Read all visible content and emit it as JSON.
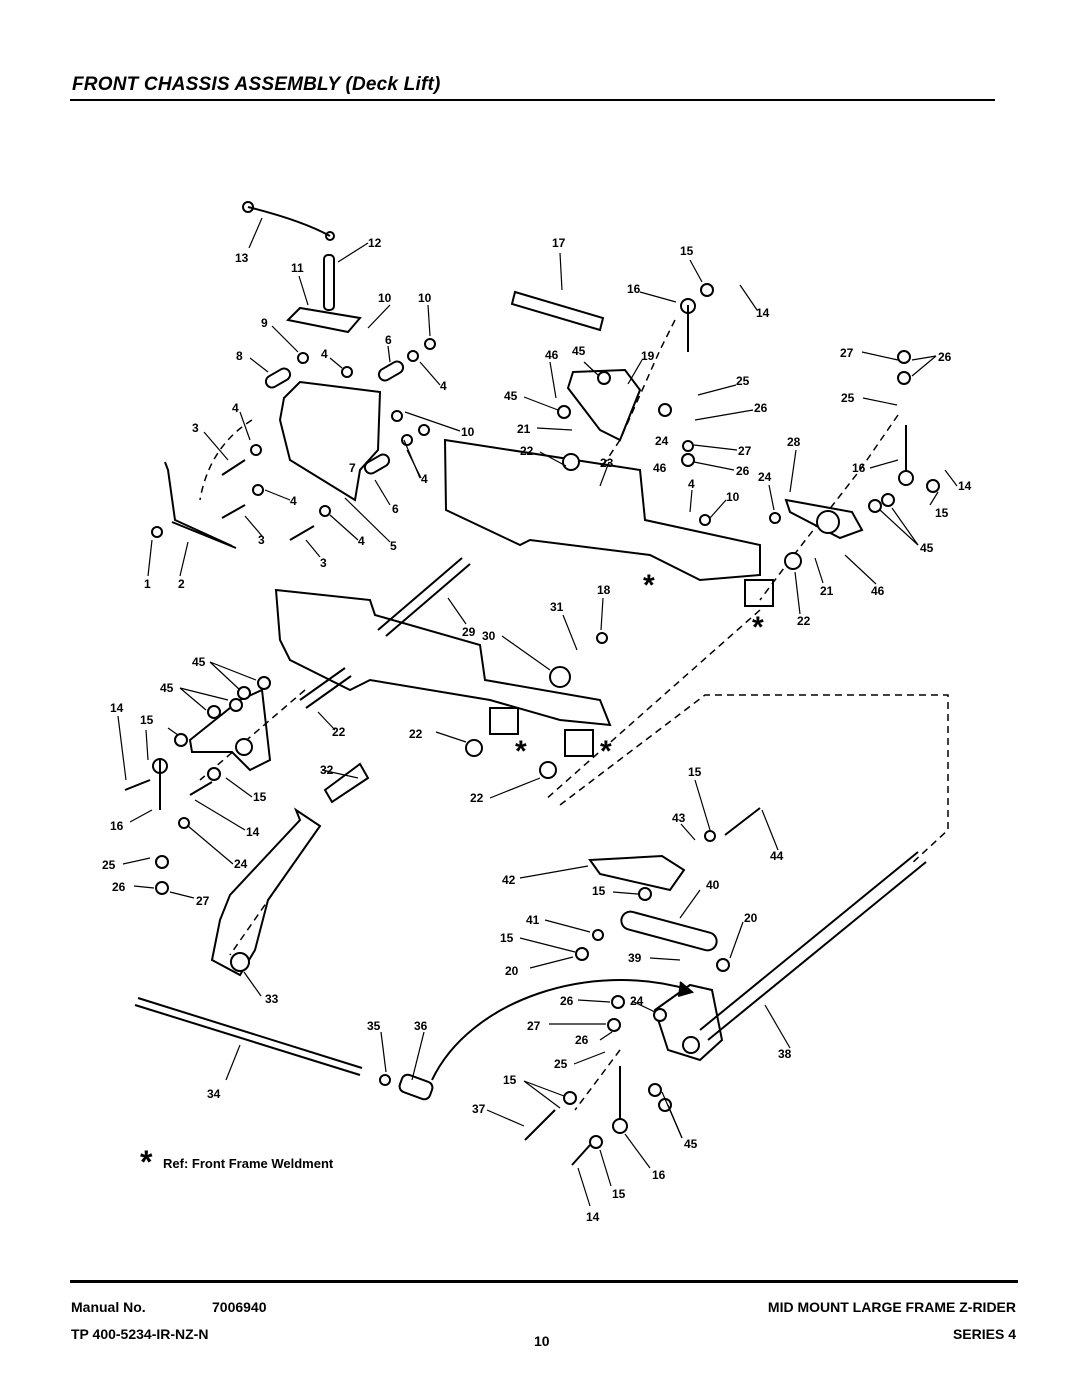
{
  "header": {
    "title": "FRONT CHASSIS ASSEMBLY (Deck Lift)"
  },
  "diagram": {
    "asterisk": "*",
    "note": "Ref: Front Frame Weldment",
    "callouts": [
      "13",
      "12",
      "11",
      "10",
      "10",
      "9",
      "8",
      "4",
      "6",
      "4",
      "4",
      "3",
      "4",
      "10",
      "7",
      "4",
      "6",
      "5",
      "3",
      "4",
      "1",
      "2",
      "3",
      "17",
      "15",
      "16",
      "14",
      "46",
      "45",
      "19",
      "25",
      "45",
      "26",
      "21",
      "24",
      "27",
      "22",
      "23",
      "46",
      "26",
      "4",
      "10",
      "27",
      "26",
      "25",
      "28",
      "16",
      "14",
      "24",
      "15",
      "45",
      "21",
      "46",
      "18",
      "22",
      "31",
      "29",
      "30",
      "45",
      "45",
      "14",
      "15",
      "22",
      "22",
      "32",
      "15",
      "16",
      "14",
      "25",
      "24",
      "26",
      "27",
      "33",
      "22",
      "15",
      "43",
      "44",
      "42",
      "15",
      "40",
      "41",
      "15",
      "20",
      "20",
      "39",
      "26",
      "24",
      "27",
      "26",
      "25",
      "35",
      "36",
      "34",
      "15",
      "38",
      "37",
      "45",
      "16",
      "15",
      "14"
    ]
  },
  "footer": {
    "manual_label": "Manual No.",
    "manual_number": "7006940",
    "tp_code": "TP 400-5234-IR-NZ-N",
    "page_number": "10",
    "product": "MID MOUNT LARGE FRAME Z-RIDER",
    "series": "SERIES 4"
  }
}
